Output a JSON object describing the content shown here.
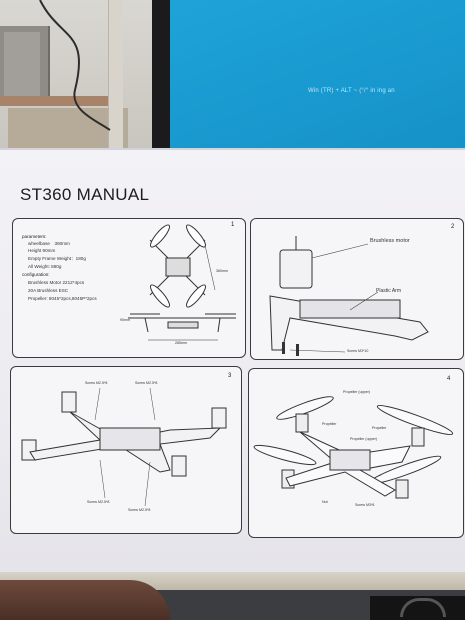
{
  "screen": {
    "text": "Win (TR) + ALT ~ (°/° in ing an"
  },
  "manual": {
    "title": "ST360 MANUAL",
    "panels": [
      {
        "number": "1",
        "specs": {
          "parameters_label": "parameters:",
          "wheelbase": "wheelbase　360mm",
          "height": "Height 90mm",
          "empty_frame_weight": "Empty Frame Weight：180g",
          "all_weight": "All Weight: 860g",
          "configuration_label": "configuration:",
          "brushless_motor": "Brushless Motor 2212*4pcs",
          "esc": "20A Brushless ESC",
          "propeller": "Propeller: 8045*2pcs,8045P*2pcs"
        },
        "dims": {
          "side": "360mm",
          "height": "90mm",
          "span": "285mm"
        }
      },
      {
        "number": "2",
        "labels": {
          "motor": "Brushless motor",
          "arm": "Plastic Arm",
          "screw": "Screw M3*10"
        }
      },
      {
        "number": "3",
        "labels": {
          "screw_top_left": "Screw M2.5*8",
          "screw_top_right": "Screw M2.5*8",
          "screw_bottom_left": "Screw M2.5*8",
          "screw_bottom_right": "Screw M2.5*8"
        }
      },
      {
        "number": "4",
        "labels": {
          "prop_top": "Propeller (upper)",
          "prop_left": "Propeller",
          "prop_right": "Propeller",
          "prop_mid": "Propeller (upper)",
          "nut": "Nut",
          "screw": "Screw M3*8"
        }
      }
    ]
  }
}
